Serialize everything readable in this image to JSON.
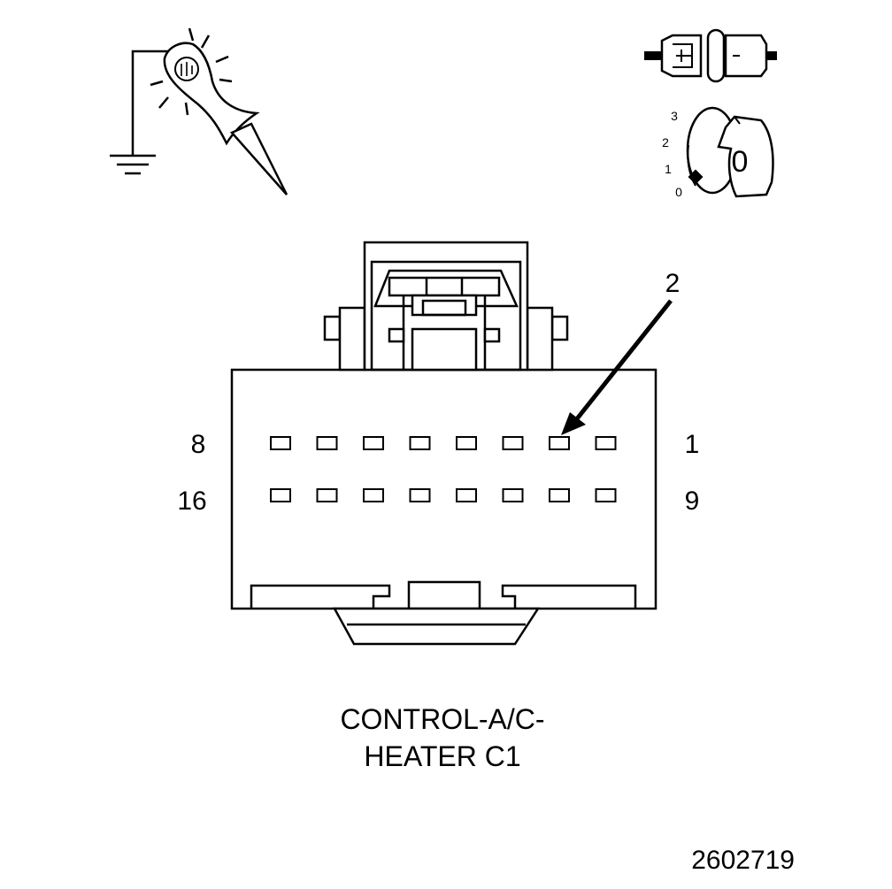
{
  "diagram": {
    "pin_labels": {
      "top_left": "8",
      "top_right": "1",
      "bottom_left": "16",
      "bottom_right": "9",
      "callout": "2"
    },
    "ignition_positions": [
      "0",
      "1",
      "2",
      "3"
    ],
    "ignition_key_label": "0",
    "connector_title_line1": "CONTROL-A/C-",
    "connector_title_line2": "HEATER C1",
    "figure_id": "2602719",
    "icons": [
      "test-light-probe-icon",
      "ground-symbol-icon",
      "unplugged-connector-icon",
      "ignition-switch-key-icon"
    ]
  }
}
